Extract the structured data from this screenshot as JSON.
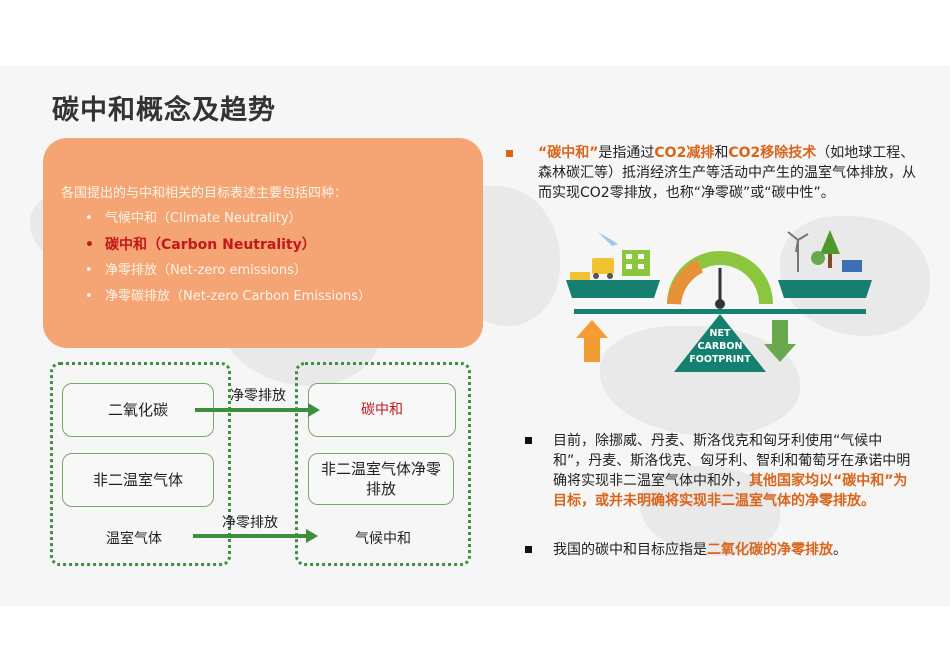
{
  "title": "碳中和概念及趋势",
  "orange_box": {
    "lead": "各国提出的与中和相关的目标表述主要包括四种：",
    "items": [
      {
        "text": "气候中和（Climate Neutrality）",
        "highlight": false
      },
      {
        "text": "碳中和（Carbon Neutrality）",
        "highlight": true
      },
      {
        "text": "净零排放（Net-zero emissions）",
        "highlight": false
      },
      {
        "text": "净零碳排放（Net-zero Carbon Emissions）",
        "highlight": false
      }
    ]
  },
  "diagram": {
    "left": [
      "二氧化碳",
      "非二温室气体",
      "温室气体"
    ],
    "right": [
      "碳中和",
      "非二温室气体净零排放",
      "气候中和"
    ],
    "arrow_label_top": "净零排放",
    "arrow_label_bottom": "净零排放"
  },
  "para1": {
    "p1": "“碳中和”",
    "p2": "是指通过",
    "p3": "CO2减排",
    "p4": "和",
    "p5": "CO2移除技术",
    "p6": "（如地球工程、森林碳汇等）抵消经济生产等活动中产生的温室气体排放，从而实现CO2零排放，也称“净零碳”或“碳中性”。"
  },
  "illustration": {
    "badge_line1": "NET",
    "badge_line2": "CARBON",
    "badge_line3": "FOOTPRINT"
  },
  "para2": {
    "p1": "目前，除挪威、丹麦、斯洛伐克和匈牙利使用“气候中和”，丹麦、斯洛伐克、匈牙利、智利和葡萄牙在承诺中明确将实现非二温室气体中和外，",
    "p2": "其他国家均以“碳中和”为目标，或并未明确将实现非二温室气体的净零排放。"
  },
  "para3": {
    "p1": "我国的碳中和目标应指是",
    "p2": "二氧化碳的净零排放",
    "p3": "。"
  },
  "colors": {
    "orange_box": "#f5a573",
    "accent_orange": "#d9651c",
    "highlight_red": "#c2171b",
    "green": "#3d8f3d",
    "teal": "#15806f"
  }
}
